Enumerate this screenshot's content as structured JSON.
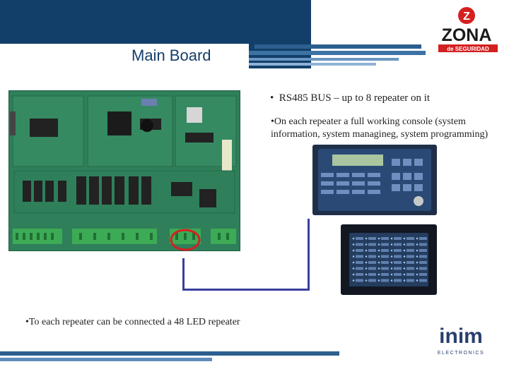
{
  "slide": {
    "title": "Main Board",
    "bullets": [
      "RS485 BUS – up to 8 repeater on it",
      "On each repeater a full working console (system information, system managineg, system programming)",
      "To each repeater can be connected a 48 LED repeater"
    ]
  },
  "logos": {
    "brand_top": "ZONA",
    "brand_top_sub": "de SEGURIDAD",
    "brand_bottom": "inim",
    "brand_bottom_sub": "ELECTRONICS"
  },
  "colors": {
    "header": "#123f6a",
    "stripe": "#2c5f8f",
    "wire": "#3a3f9e",
    "circle": "#d42020",
    "logo_red": "#d42020",
    "pcb": "#2e7f5a"
  }
}
